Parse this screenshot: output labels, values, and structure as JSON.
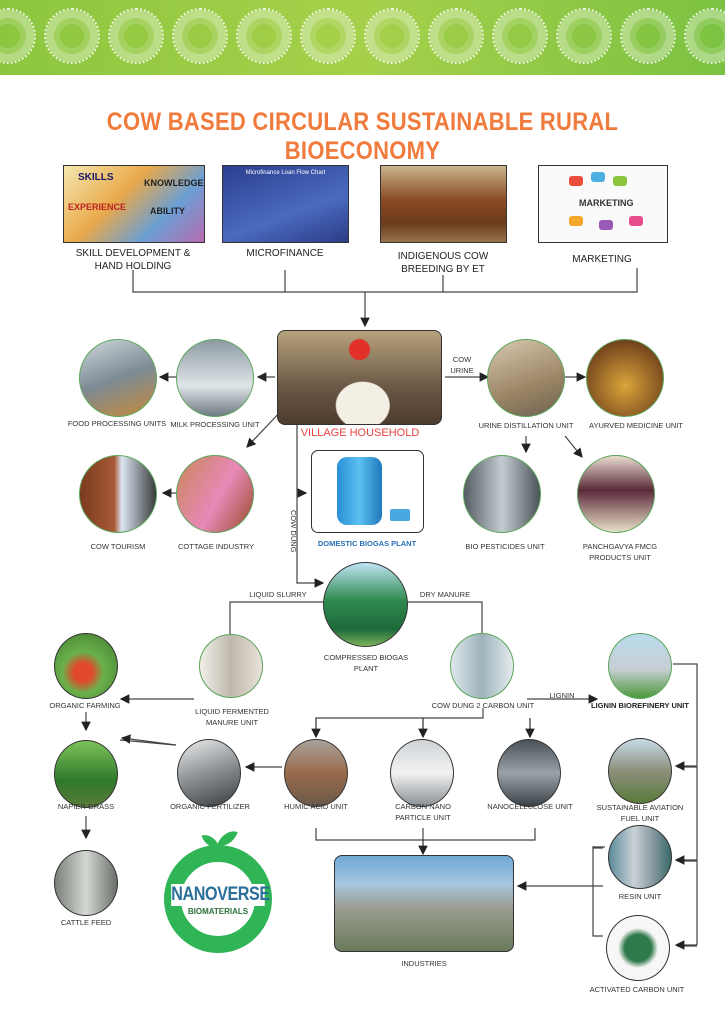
{
  "title": "COW BASED CIRCULAR SUSTAINABLE RURAL BIOECONOMY",
  "top_items": [
    {
      "line1": "SKILL DEVELOPMENT &",
      "line2": "HAND HOLDING"
    },
    {
      "line1": "MICROFINANCE",
      "line2": ""
    },
    {
      "line1": "INDIGENOUS COW",
      "line2": "BREEDING BY ET"
    },
    {
      "line1": "MARKETING",
      "line2": ""
    }
  ],
  "image_text": {
    "skills": [
      "SKILLS",
      "KNOWLEDGE",
      "EXPERIENCE",
      "ABILITY"
    ],
    "microfinance": "Microfinance Loan Flow Chart",
    "marketing": "MARKETING"
  },
  "center": {
    "label": "VILLAGE HOUSEHOLD",
    "color": "#e8423f"
  },
  "flow_labels": {
    "cow_urine_1": "COW",
    "cow_urine_2": "URINE",
    "cow_dung": "COW DUNG",
    "liquid_slurry": "LIQUID SLURRY",
    "dry_manure": "DRY MANURE",
    "lignin": "LIGNIN"
  },
  "units": {
    "food": "FOOD PROCESSING UNITS",
    "milk": "MILK PROCESSING UNIT",
    "urine": "URINE DISTILLATION UNIT",
    "ayurved": "AYURVED MEDICINE UNIT",
    "tourism": "COW TOURISM",
    "cottage": "COTTAGE INDUSTRY",
    "domestic_biogas": "DOMESTIC BIOGAS PLANT",
    "pesticides": "BIO PESTICIDES UNIT",
    "panch1": "PANCHGAVYA FMCG",
    "panch2": "PRODUCTS UNIT",
    "cbg1": "COMPRESSED BIOGAS",
    "cbg2": "PLANT",
    "organic_farming": "ORGANIC FARMING",
    "lfm1": "LIQUID FERMENTED",
    "lfm2": "MANURE UNIT",
    "cd2c": "COW DUNG 2 CARBON UNIT",
    "lignin_bio": "LIGNIN BIOREFINERY UNIT",
    "napier": "NAPIER GRASS",
    "organic_fert": "ORGANIC FERTILIZER",
    "humic": "HUMIC ACID UNIT",
    "cnp1": "CARBON NANO",
    "cnp2": "PARTICLE UNIT",
    "nanocell": "NANOCELLULOSE UNIT",
    "saf1": "SUSTAINABLE AVIATION",
    "saf2": "FUEL UNIT",
    "resin": "RESIN UNIT",
    "activated": "ACTIVATED CARBON UNIT",
    "cattle": "CATTLE FEED",
    "industries": "INDUSTRIES"
  },
  "logo": {
    "name": "NANOVERSE",
    "sub": "BIOMATERIALS",
    "color": "#2fb456"
  },
  "colors": {
    "title": "#f07b3c",
    "banner": "#8cc63f",
    "biogas_label": "#2a6fb5"
  }
}
